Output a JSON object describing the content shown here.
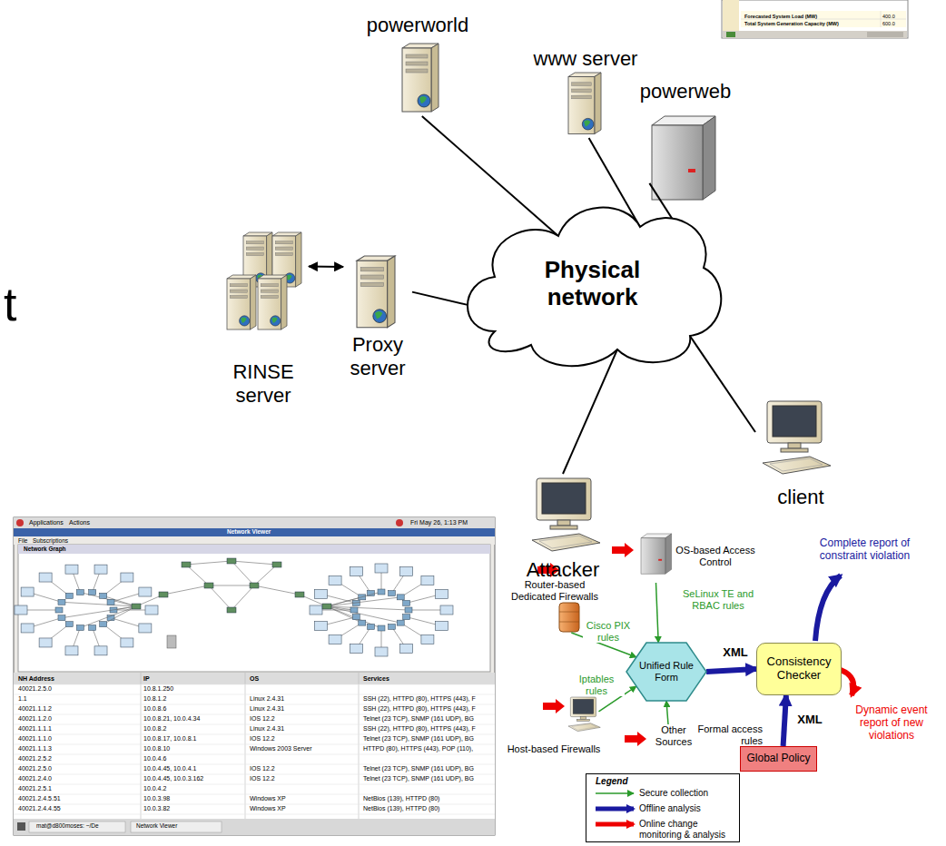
{
  "diagram": {
    "nodes": [
      {
        "text": [
          "powerworld"
        ]
      },
      {
        "text": [
          "www server"
        ]
      },
      {
        "text": [
          "powerweb"
        ]
      },
      {
        "text": [
          "Physical network"
        ]
      },
      {
        "text": [
          "Proxy server"
        ]
      },
      {
        "text": [
          "RINSE server"
        ]
      },
      {
        "text": [
          "client"
        ]
      },
      {
        "text": [
          "Attacker"
        ]
      },
      {
        "text": [
          "OS-based Access Control"
        ]
      },
      {
        "text": [
          "Router-based Dedicated Firewalls"
        ]
      },
      {
        "text": [
          "Host-based Firewalls"
        ]
      },
      {
        "text": [
          "Other Sources"
        ]
      },
      {
        "text": [
          "Unified Rule Form"
        ]
      },
      {
        "text": [
          "Consistency Checker"
        ]
      },
      {
        "text": [
          "Global Policy"
        ]
      }
    ],
    "edges": [
      {
        "from": 0,
        "to": 3,
        "arrow": "none"
      },
      {
        "from": 1,
        "to": 3,
        "arrow": "none"
      },
      {
        "from": 2,
        "to": 3,
        "arrow": "none"
      },
      {
        "from": 5,
        "to": 4,
        "arrow": "both"
      },
      {
        "from": 4,
        "to": 3,
        "arrow": "none"
      },
      {
        "from": 6,
        "to": 3,
        "arrow": "none"
      },
      {
        "from": 7,
        "to": 3,
        "arrow": "none"
      },
      {
        "from": 8,
        "to": 12,
        "arrow": "to",
        "label": "SeLinux TE and RBAC rules"
      },
      {
        "from": 9,
        "to": 12,
        "arrow": "to",
        "label": "Cisco PIX rules"
      },
      {
        "from": 10,
        "to": 12,
        "arrow": "to",
        "label": "Iptables rules"
      },
      {
        "from": 11,
        "to": 12,
        "arrow": "to"
      },
      {
        "from": 12,
        "to": 13,
        "arrow": "to",
        "label": "XML"
      },
      {
        "from": 14,
        "to": 13,
        "arrow": "to",
        "label": "XML"
      }
    ],
    "labels": [
      "t",
      "Forecasted System Load (MW)",
      "400.0",
      "Total System Generation Capacity (MW)",
      "600.0",
      "Applications",
      "Actions",
      "Fri May 26, 1:13 PM",
      "Network Viewer",
      "File",
      "Subscriptions",
      "Network Graph",
      "NH Address",
      "IP",
      "OS",
      "Services",
      "40021.2.5.0",
      "10.8.1.250",
      "1.1",
      "10.8.1.2",
      "Linux 2.4.31",
      "SSH (22), HTTPD (80), HTTPS (443), F",
      "40021.1.1.2",
      "10.0.8.6",
      "Linux 2.4.31",
      "SSH (22), HTTPD (80), HTTPS (443), F",
      "40021.1.2.0",
      "10.0.8.21, 10.0.4.34",
      "IOS 12.2",
      "Telnet (23 TCP), SNMP (161 UDP), BG",
      "40021.1.1.1",
      "10.0.8.2",
      "Linux 2.4.31",
      "SSH (22), HTTPD (80), HTTPS (443), F",
      "40021.1.1.0",
      "10.0.8.17, 10.0.8.1",
      "IOS 12.2",
      "Telnet (23 TCP), SNMP (161 UDP), BG",
      "40021.1.1.3",
      "10.0.8.10",
      "Windows 2003 Server",
      "HTTPD (80), HTTPS (443), POP (110),",
      "40021.2.5.2",
      "10.0.4.6",
      "40021.2.5.0",
      "10.0.4.45, 10.0.4.1",
      "IOS 12.2",
      "Telnet (23 TCP), SNMP (161 UDP), BG",
      "40021.2.4.0",
      "10.0.4.45, 10.0.3.162",
      "IOS 12.2",
      "Telnet (23 TCP), SNMP (161 UDP), BG",
      "40021.2.5.1",
      "10.0.4.2",
      "40021.2.4.5.51",
      "10.0.3.98",
      "Windows XP",
      "NetBios (139), HTTPD (80)",
      "40021.2.4.4.55",
      "10.0.3.82",
      "Windows XP",
      "NetBios (139), HTTPD (80)",
      "mat@d800moses: ~/De",
      "Network Viewer",
      "Formal access rules",
      "Complete report of constraint violation",
      "Dynamic event report of new violations",
      "Legend"
    ],
    "legend": [
      {
        "text": "Secure collection"
      },
      {
        "text": "Offline analysis"
      },
      {
        "text": "Online change monitoring & analysis"
      }
    ]
  }
}
